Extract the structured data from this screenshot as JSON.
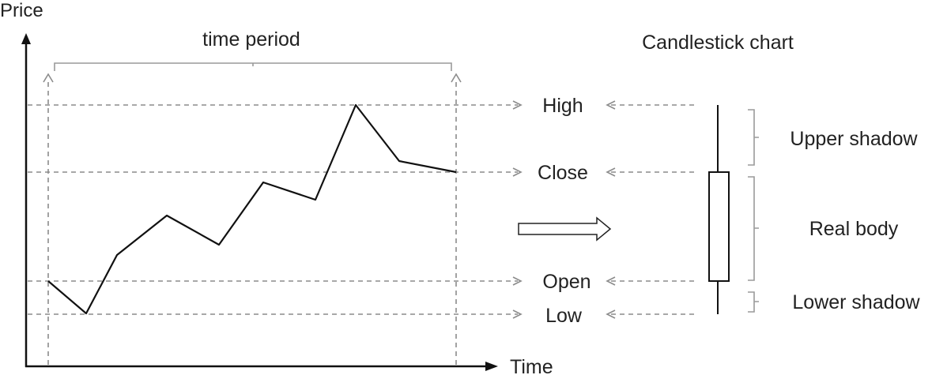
{
  "axes": {
    "y_label": "Price",
    "x_label": "Time"
  },
  "time_period_label": "time period",
  "candlestick_title": "Candlestick chart",
  "price_levels": {
    "high": "High",
    "close": "Close",
    "open": "Open",
    "low": "Low"
  },
  "candle_parts": {
    "upper_shadow": "Upper shadow",
    "real_body": "Real body",
    "lower_shadow": "Lower shadow"
  }
}
